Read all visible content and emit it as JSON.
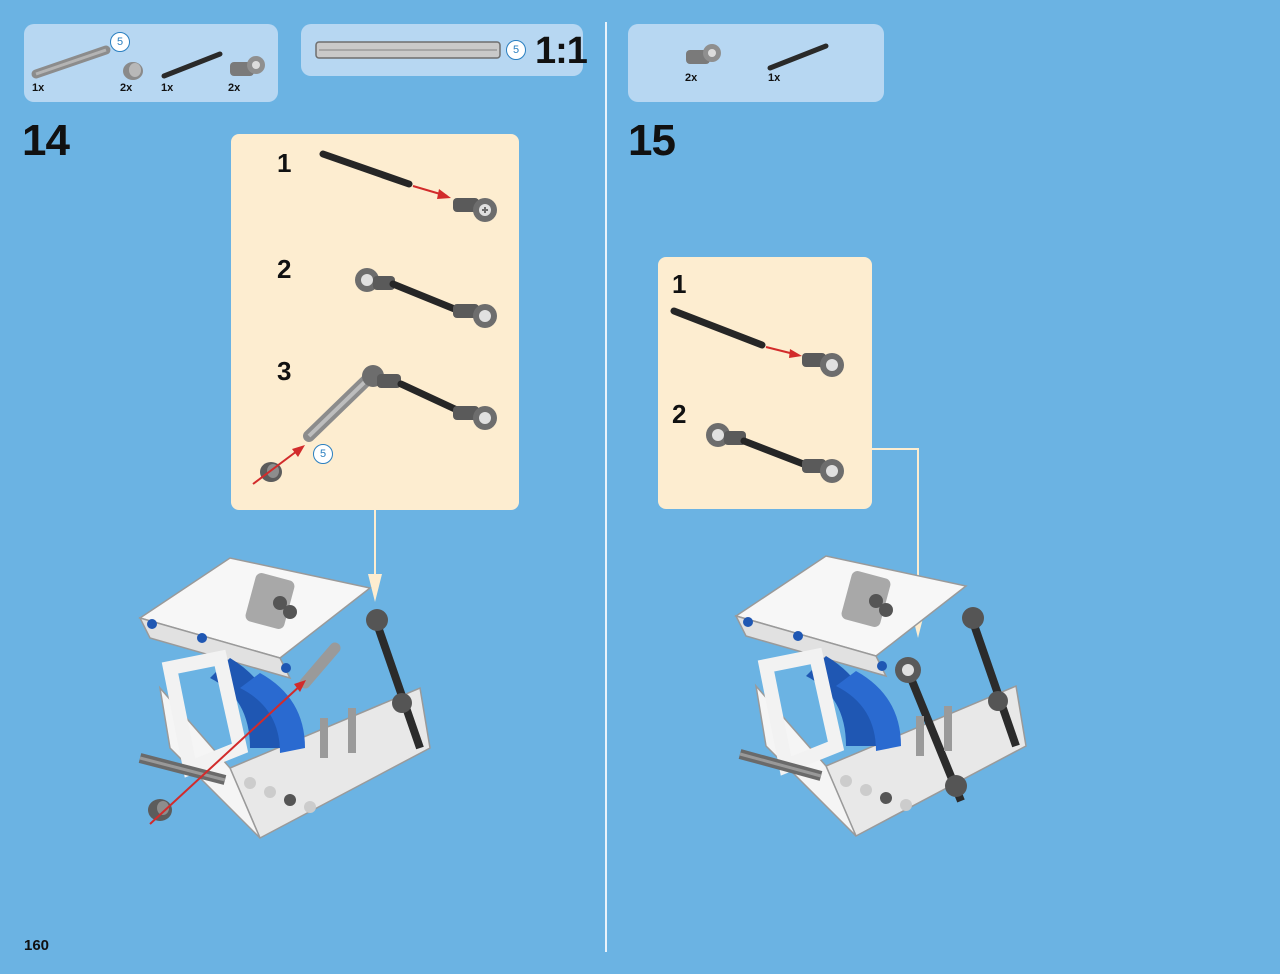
{
  "page_number": "160",
  "divider_color": "#eaf3fb",
  "step14": {
    "number": "14",
    "parts": [
      {
        "icon": "gray-axle-icon",
        "qty": "1x",
        "length": "5"
      },
      {
        "icon": "bush-icon",
        "qty": "2x"
      },
      {
        "icon": "black-axle-icon",
        "qty": "1x"
      },
      {
        "icon": "axle-pin-connector-icon",
        "qty": "2x"
      }
    ],
    "scale": {
      "length": "5",
      "ratio": "1:1"
    },
    "substeps": [
      "1",
      "2",
      "3"
    ],
    "substep3_length": "5"
  },
  "step15": {
    "number": "15",
    "parts": [
      {
        "icon": "axle-pin-connector-icon",
        "qty": "2x"
      },
      {
        "icon": "black-axle-icon",
        "qty": "1x"
      }
    ],
    "substeps": [
      "1",
      "2"
    ]
  }
}
